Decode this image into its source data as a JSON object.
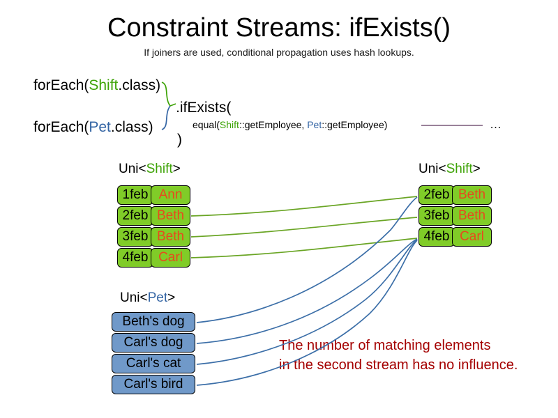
{
  "header": {
    "title": "Constraint Streams: ifExists()",
    "subtitle": "If joiners are used, conditional propagation uses hash lookups."
  },
  "code": {
    "for_each_shift_prefix": "forEach(",
    "for_each_shift_type": "Shift",
    "for_each_shift_suffix": ".class)",
    "for_each_pet_prefix": "forEach(",
    "for_each_pet_type": "Pet",
    "for_each_pet_suffix": ".class)",
    "if_exists": ".ifExists(",
    "equal_prefix": "equal(",
    "equal_shift_type": "Shift",
    "equal_shift_method": "::getEmployee, ",
    "equal_pet_type": "Pet",
    "equal_pet_method": "::getEmployee)",
    "close_paren": ")",
    "ellipsis": "…"
  },
  "streams": {
    "left_shift": {
      "label_prefix": "Uni<",
      "label_type": "Shift",
      "label_suffix": ">",
      "rows": [
        {
          "date": "1feb",
          "name": "Ann"
        },
        {
          "date": "2feb",
          "name": "Beth"
        },
        {
          "date": "3feb",
          "name": "Beth"
        },
        {
          "date": "4feb",
          "name": "Carl"
        }
      ]
    },
    "right_shift": {
      "label_prefix": "Uni<",
      "label_type": "Shift",
      "label_suffix": ">",
      "rows": [
        {
          "date": "2feb",
          "name": "Beth"
        },
        {
          "date": "3feb",
          "name": "Beth"
        },
        {
          "date": "4feb",
          "name": "Carl"
        }
      ]
    },
    "pet": {
      "label_prefix": "Uni<",
      "label_type": "Pet",
      "label_suffix": ">",
      "rows": [
        {
          "text": "Beth's dog"
        },
        {
          "text": "Carl's dog"
        },
        {
          "text": "Carl's cat"
        },
        {
          "text": "Carl's bird"
        }
      ]
    }
  },
  "annotation": {
    "line1": "The number of matching elements",
    "line2": "in the second stream has no influence."
  },
  "colors": {
    "shift_green": "#80cc28",
    "shift_name_orange": "#e8491d",
    "pet_blue": "#7099c9",
    "type_shift_green": "#3da306",
    "type_pet_blue": "#3465a4",
    "wire_green": "#6aa525",
    "wire_blue": "#3c6fa8",
    "annotation_red": "#a40000",
    "rule_purple": "#8b6f8b"
  }
}
